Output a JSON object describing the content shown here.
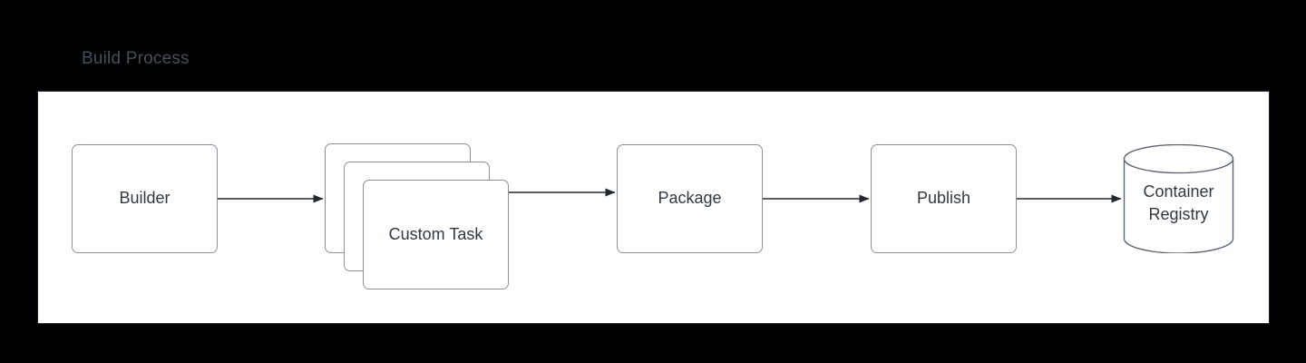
{
  "diagram": {
    "title": "Build Process",
    "title_color": "#464f5d",
    "background_color": "#000000",
    "panel_color": "#ffffff",
    "node_border_color": "#8b909a",
    "node_text_color": "#303841",
    "edge_color": "#23282f",
    "nodes": [
      {
        "id": "builder",
        "label": "Builder",
        "shape": "rounded-rectangle"
      },
      {
        "id": "custom-task",
        "label": "Custom Task",
        "shape": "stacked-rounded-rectangle",
        "stack_count": 3
      },
      {
        "id": "package",
        "label": "Package",
        "shape": "rounded-rectangle"
      },
      {
        "id": "publish",
        "label": "Publish",
        "shape": "rounded-rectangle"
      },
      {
        "id": "container-registry",
        "label_line1": "Container",
        "label_line2": "Registry",
        "shape": "cylinder"
      }
    ],
    "edges": [
      {
        "from": "builder",
        "to": "custom-task",
        "arrow": "filled-triangle"
      },
      {
        "from": "custom-task",
        "to": "package",
        "arrow": "filled-triangle"
      },
      {
        "from": "package",
        "to": "publish",
        "arrow": "filled-triangle"
      },
      {
        "from": "publish",
        "to": "container-registry",
        "arrow": "filled-triangle"
      }
    ]
  }
}
